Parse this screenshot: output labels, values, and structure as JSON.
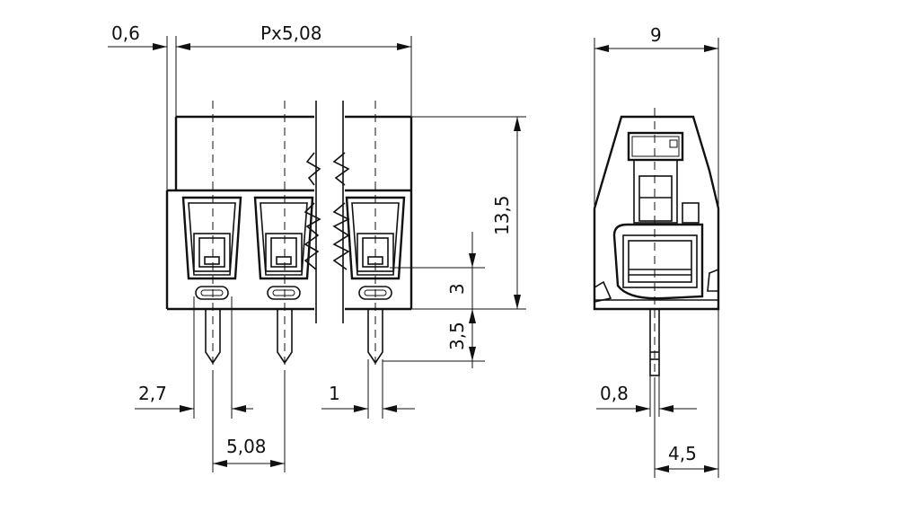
{
  "dimensions": {
    "gap_0_6": "0,6",
    "pitch_px": "Px5,08",
    "height_13_5": "13,5",
    "height_3": "3",
    "height_3_5": "3,5",
    "offset_2_7": "2,7",
    "pin_1": "1",
    "pitch_5_08": "5,08",
    "width_9": "9",
    "pin_0_8": "0,8",
    "offset_4_5": "4,5"
  },
  "colors": {
    "line": "#111111",
    "background": "#ffffff"
  }
}
